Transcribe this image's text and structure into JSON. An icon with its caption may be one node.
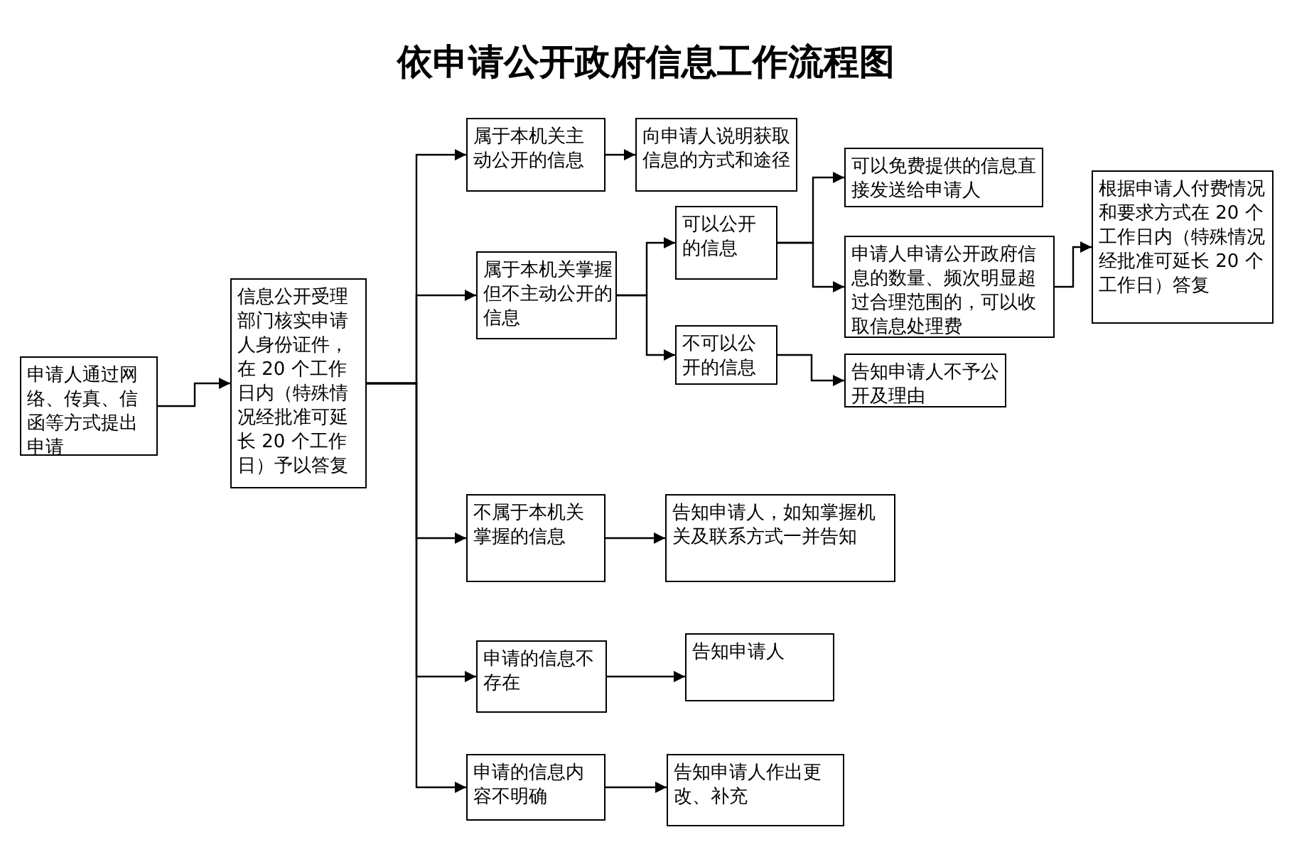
{
  "diagram": {
    "title": "依申请公开政府信息工作流程图",
    "nodes": [
      {
        "text": [
          "申请人通过网络、传真、信函等方式提出申请"
        ]
      },
      {
        "text": [
          "信息公开受理部门核实申请人身份证件，在 20 个工作日内（特殊情况经批准可延长 20 个工作日）予以答复"
        ]
      },
      {
        "text": [
          "属于本机关主动公开的信息"
        ]
      },
      {
        "text": [
          "向申请人说明获取信息的方式和途径"
        ]
      },
      {
        "text": [
          "属于本机关掌握但不主动公开的信息"
        ]
      },
      {
        "text": [
          "可以公开的信息"
        ]
      },
      {
        "text": [
          "不可以公开的信息"
        ]
      },
      {
        "text": [
          "可以免费提供的信息直接发送给申请人"
        ]
      },
      {
        "text": [
          "申请人申请公开政府信息的数量、频次明显超过合理范围的，可以收取信息处理费"
        ]
      },
      {
        "text": [
          "根据申请人付费情况和要求方式在 20 个工作日内（特殊情况经批准可延长 20 个工作日）答复"
        ]
      },
      {
        "text": [
          "告知申请人不予公开及理由"
        ]
      },
      {
        "text": [
          "不属于本机关掌握的信息"
        ]
      },
      {
        "text": [
          "告知申请人，如知掌握机关及联系方式一并告知"
        ]
      },
      {
        "text": [
          "申请的信息不存在"
        ]
      },
      {
        "text": [
          "告知申请人"
        ]
      },
      {
        "text": [
          "申请的信息内容不明确"
        ]
      },
      {
        "text": [
          "告知申请人作出更改、补充"
        ]
      }
    ],
    "edges": [
      {
        "from": 0,
        "to": 1,
        "arrow": "to"
      },
      {
        "from": 1,
        "to": 2,
        "arrow": "to"
      },
      {
        "from": 1,
        "to": 4,
        "arrow": "to"
      },
      {
        "from": 1,
        "to": 11,
        "arrow": "to"
      },
      {
        "from": 1,
        "to": 13,
        "arrow": "to"
      },
      {
        "from": 1,
        "to": 15,
        "arrow": "to"
      },
      {
        "from": 2,
        "to": 3,
        "arrow": "to"
      },
      {
        "from": 4,
        "to": 5,
        "arrow": "to"
      },
      {
        "from": 4,
        "to": 6,
        "arrow": "to"
      },
      {
        "from": 5,
        "to": 7,
        "arrow": "to"
      },
      {
        "from": 5,
        "to": 8,
        "arrow": "to"
      },
      {
        "from": 8,
        "to": 9,
        "arrow": "to"
      },
      {
        "from": 6,
        "to": 10,
        "arrow": "to"
      },
      {
        "from": 11,
        "to": 12,
        "arrow": "to"
      },
      {
        "from": 13,
        "to": 14,
        "arrow": "to"
      },
      {
        "from": 15,
        "to": 16,
        "arrow": "to"
      }
    ]
  }
}
